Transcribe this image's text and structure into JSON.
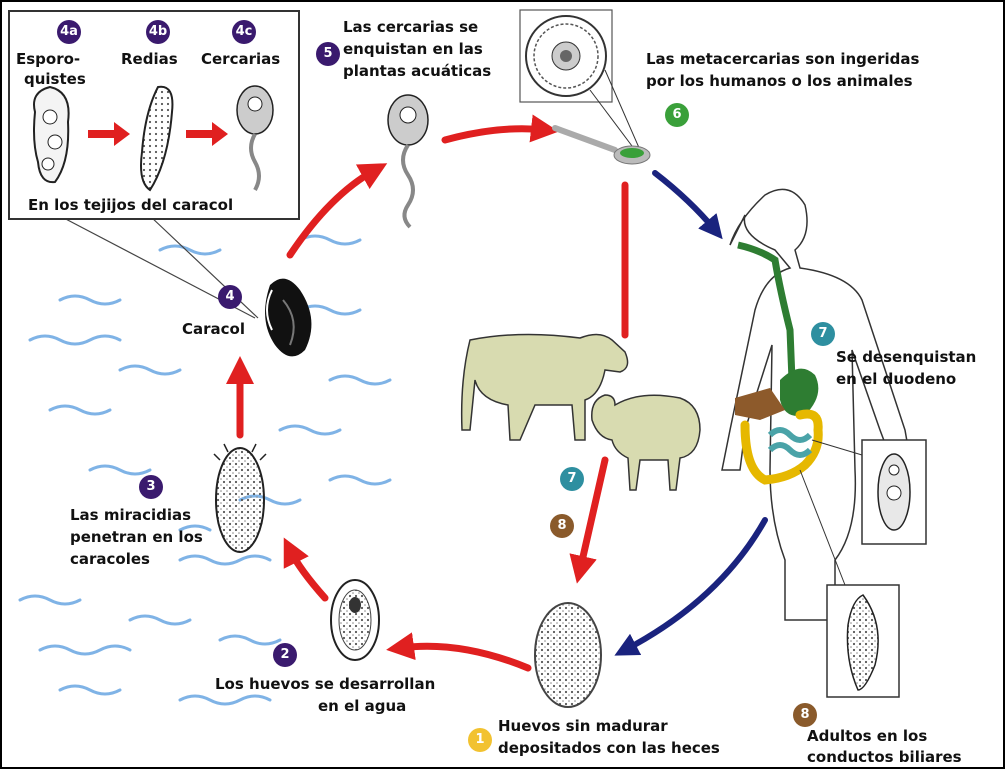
{
  "colors": {
    "red_arrow": "#e02020",
    "blue_arrow": "#1a237e",
    "water": "#7fb3e6",
    "badge_purple": "#3a1a6e",
    "badge_green": "#3aa03a",
    "badge_teal": "#2e8fa0",
    "badge_brown": "#8a5a2b",
    "badge_yellow": "#f2c230",
    "animal_fill": "#d8dbb0",
    "gut_green": "#2e7d32",
    "gut_yellow": "#e6b800",
    "gut_teal": "#4aa3a8",
    "liver_brown": "#8d5a2b"
  },
  "steps": {
    "s1": {
      "badge": "1",
      "text_line1": "Huevos sin madurar",
      "text_line2": "depositados con las heces"
    },
    "s2": {
      "badge": "2",
      "text_line1": "Los huevos se desarrollan",
      "text_line2": "en el agua"
    },
    "s3": {
      "badge": "3",
      "text_line1": "Las miracidias",
      "text_line2": "penetran en los",
      "text_line3": "caracoles"
    },
    "s4": {
      "badge": "4",
      "text": "Caracol"
    },
    "s4a": {
      "badge": "4a",
      "text_line1": "Esporo-",
      "text_line2": "quistes"
    },
    "s4b": {
      "badge": "4b",
      "text": "Redias"
    },
    "s4c": {
      "badge": "4c",
      "text": "Cercarias"
    },
    "inset_caption": "En los tejijos del caracol",
    "s5": {
      "badge": "5",
      "text_line1": "Las cercarias se",
      "text_line2": "enquistan en las",
      "text_line3": "plantas acuáticas"
    },
    "s6": {
      "badge": "6",
      "text_line1": "Las metacercarias son ingeridas",
      "text_line2": "por los humanos o los animales"
    },
    "s7": {
      "badge": "7",
      "text_line1": "Se desenquistan",
      "text_line2": "en el duodeno"
    },
    "s7_animals": {
      "badge": "7"
    },
    "s8": {
      "badge": "8",
      "text_line1": "Adultos en los",
      "text_line2": "conductos biliares"
    },
    "s8_animals": {
      "badge": "8"
    }
  }
}
